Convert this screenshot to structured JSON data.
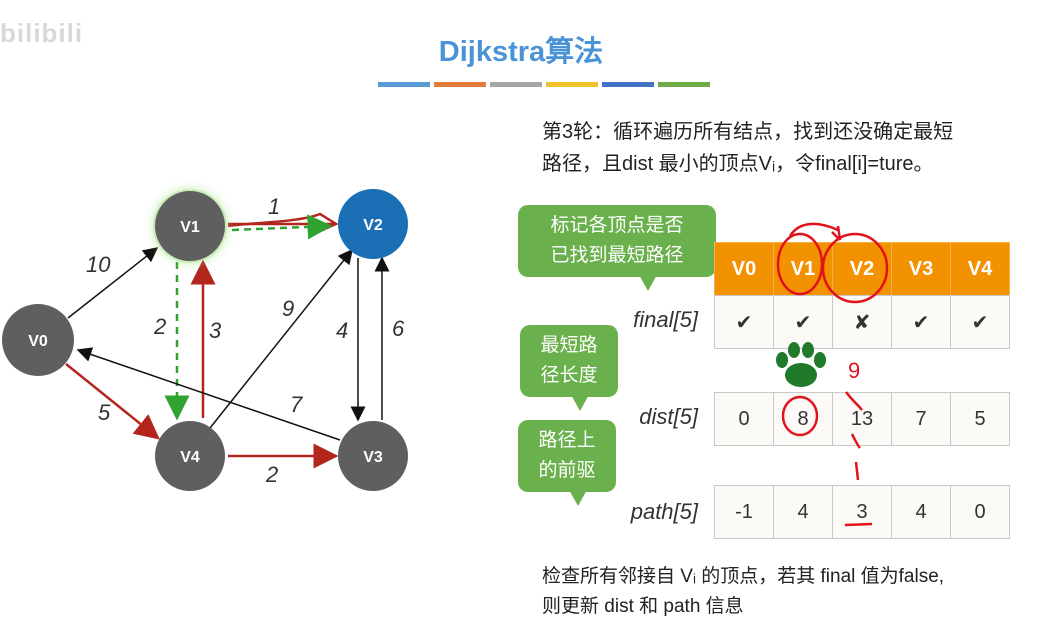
{
  "watermark": "bilibili",
  "title": "Dijkstra算法",
  "colors": {
    "bar": [
      "#5b9bd5",
      "#e07b39",
      "#a5a5a5",
      "#f2c12e",
      "#4472c4",
      "#70ad47"
    ],
    "node_gray": "#5f5f5f",
    "node_blue": "#1a6fb5",
    "edge_red": "#b3261e",
    "edge_green": "#2fa32f",
    "header_orange": "#f39200",
    "bubble_green": "#6ab04c"
  },
  "graph": {
    "nodes": [
      {
        "id": "V0"
      },
      {
        "id": "V1"
      },
      {
        "id": "V2"
      },
      {
        "id": "V3"
      },
      {
        "id": "V4"
      }
    ],
    "edge_labels": [
      "1",
      "10",
      "2",
      "3",
      "9",
      "4",
      "6",
      "7",
      "5",
      "2"
    ]
  },
  "description_top": [
    "第3轮：循环遍历所有结点，找到还没确定最短",
    "路径，且dist 最小的顶点Vᵢ，令final[i]=ture。"
  ],
  "description_bottom": [
    "检查所有邻接自 Vᵢ 的顶点，若其 final 值为false,",
    "则更新 dist 和 path 信息"
  ],
  "bubbles": {
    "final": [
      "标记各顶点是否",
      "已找到最短路径"
    ],
    "dist": [
      "最短路",
      "径长度"
    ],
    "path": [
      "路径上",
      "的前驱"
    ]
  },
  "table": {
    "headers": [
      "V0",
      "V1",
      "V2",
      "V3",
      "V4"
    ],
    "rows": {
      "final": {
        "label": "final[5]",
        "values": [
          "✔",
          "✔",
          "✘",
          "✔",
          "✔"
        ]
      },
      "dist": {
        "label": "dist[5]",
        "values": [
          "0",
          "8",
          "13",
          "7",
          "5"
        ]
      },
      "path": {
        "label": "path[5]",
        "values": [
          "-1",
          "4",
          "3",
          "4",
          "0"
        ]
      }
    }
  },
  "annotations": {
    "dist_v2_handwritten": "9"
  }
}
